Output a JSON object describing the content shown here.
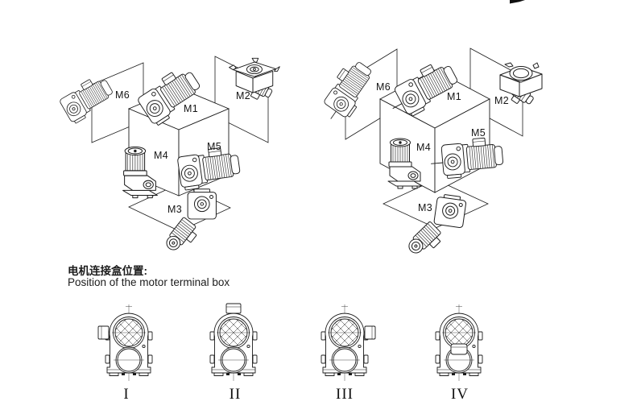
{
  "page": {
    "background": "#ffffff",
    "ink": "#1c1c1c"
  },
  "caption": {
    "zh": "电机连接盒位置:",
    "en": "Position of the motor terminal box"
  },
  "diagrams": [
    {
      "name": "motor-mounting-positions-variant-1",
      "labels": [
        {
          "text": "M6"
        },
        {
          "text": "M1"
        },
        {
          "text": "M2"
        },
        {
          "text": "M4"
        },
        {
          "text": "M5"
        },
        {
          "text": "M3"
        }
      ]
    },
    {
      "name": "motor-mounting-positions-variant-2",
      "labels": [
        {
          "text": "M6"
        },
        {
          "text": "M1"
        },
        {
          "text": "M2"
        },
        {
          "text": "M4"
        },
        {
          "text": "M5"
        },
        {
          "text": "M3"
        }
      ]
    }
  ],
  "terminal_box_views": [
    {
      "numeral": "I",
      "box_position": "left"
    },
    {
      "numeral": "II",
      "box_position": "top"
    },
    {
      "numeral": "III",
      "box_position": "right"
    },
    {
      "numeral": "IV",
      "box_position": "bottom"
    }
  ]
}
